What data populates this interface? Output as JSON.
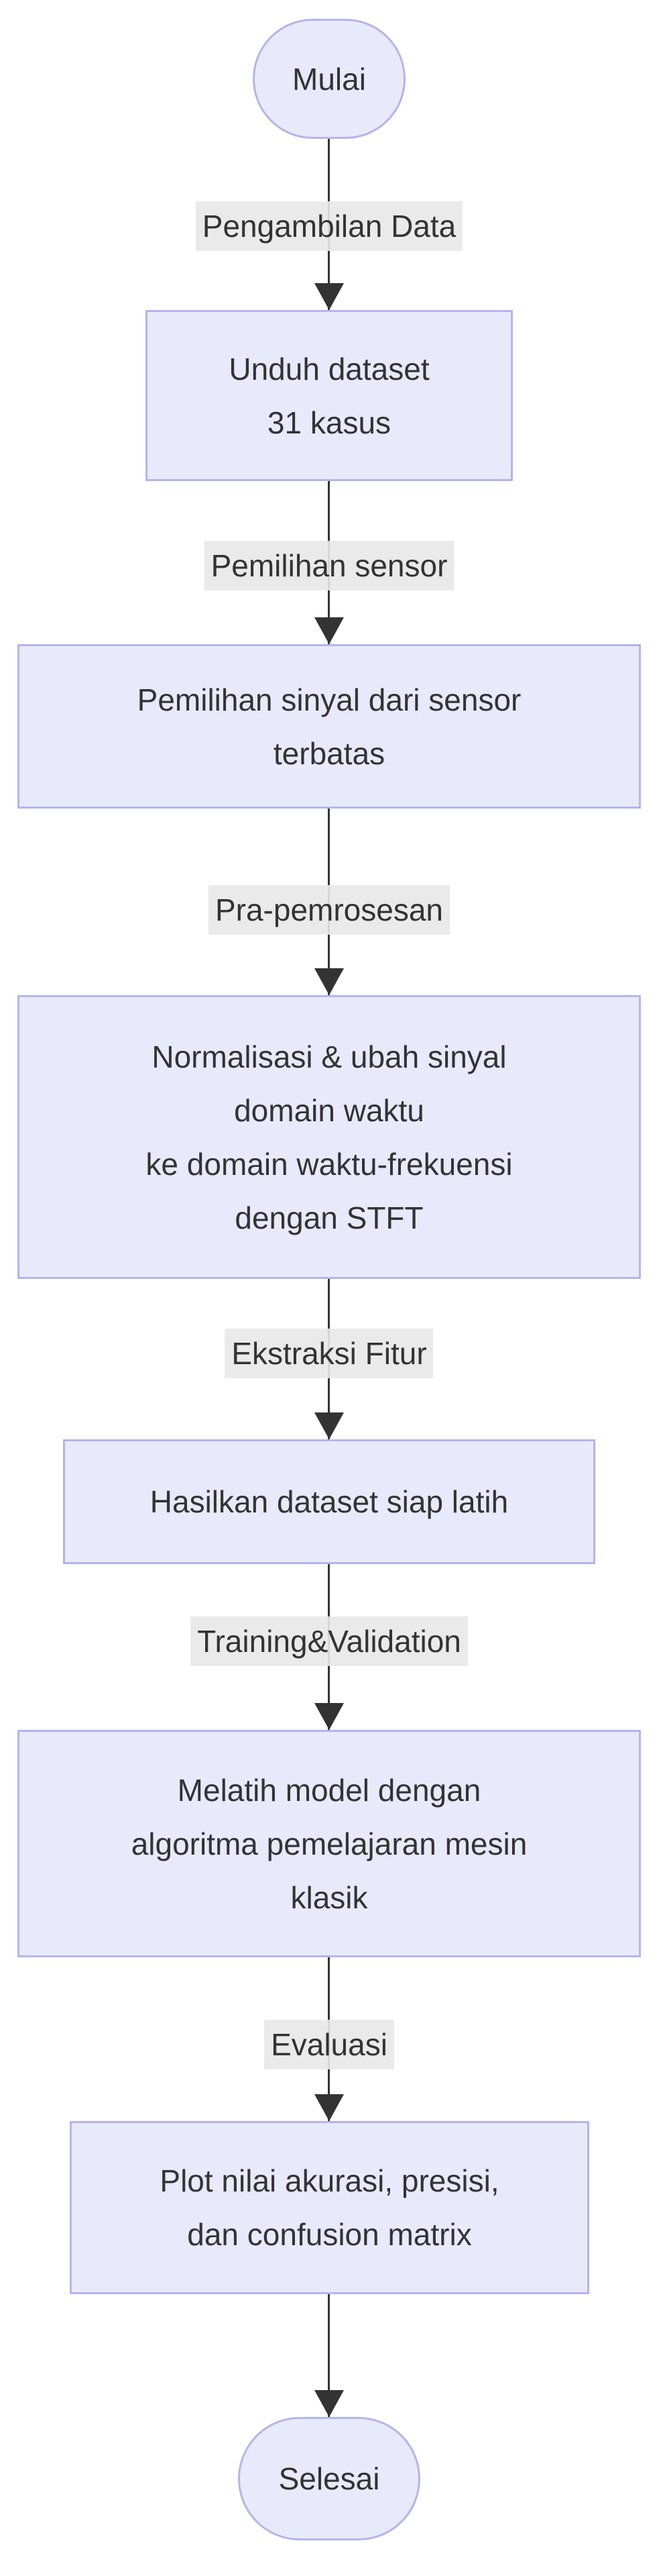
{
  "diagram": {
    "type": "flowchart",
    "direction": "top-down",
    "colors": {
      "node_fill": "#E9E9FC",
      "node_border": "#B4B4EE",
      "edge_label_bg": "#E8E8E8",
      "arrow": "#333333",
      "text": "#333333",
      "background": "#FFFFFF"
    },
    "nodes": [
      {
        "id": "mulai",
        "shape": "stadium",
        "label": "Mulai"
      },
      {
        "id": "unduh",
        "shape": "rect",
        "label": "Unduh dataset\n31 kasus"
      },
      {
        "id": "pemilihan",
        "shape": "rect",
        "label": "Pemilihan sinyal dari sensor\nterbatas"
      },
      {
        "id": "normalisasi",
        "shape": "rect",
        "label": "Normalisasi & ubah sinyal\ndomain waktu\nke domain waktu-frekuensi\ndengan STFT"
      },
      {
        "id": "hasilkan",
        "shape": "rect",
        "label": "Hasilkan dataset siap latih"
      },
      {
        "id": "melatih",
        "shape": "rect",
        "label": "Melatih model dengan\nalgoritma pemelajaran mesin\nklasik"
      },
      {
        "id": "plot",
        "shape": "rect",
        "label": "Plot nilai akurasi, presisi,\ndan confusion matrix"
      },
      {
        "id": "selesai",
        "shape": "stadium",
        "label": "Selesai"
      }
    ],
    "edges": [
      {
        "from": "mulai",
        "to": "unduh",
        "label": "Pengambilan Data"
      },
      {
        "from": "unduh",
        "to": "pemilihan",
        "label": "Pemilihan sensor"
      },
      {
        "from": "pemilihan",
        "to": "normalisasi",
        "label": "Pra-pemrosesan"
      },
      {
        "from": "normalisasi",
        "to": "hasilkan",
        "label": "Ekstraksi Fitur"
      },
      {
        "from": "hasilkan",
        "to": "melatih",
        "label": "Training&Validation"
      },
      {
        "from": "melatih",
        "to": "plot",
        "label": "Evaluasi"
      },
      {
        "from": "plot",
        "to": "selesai",
        "label": ""
      }
    ]
  }
}
